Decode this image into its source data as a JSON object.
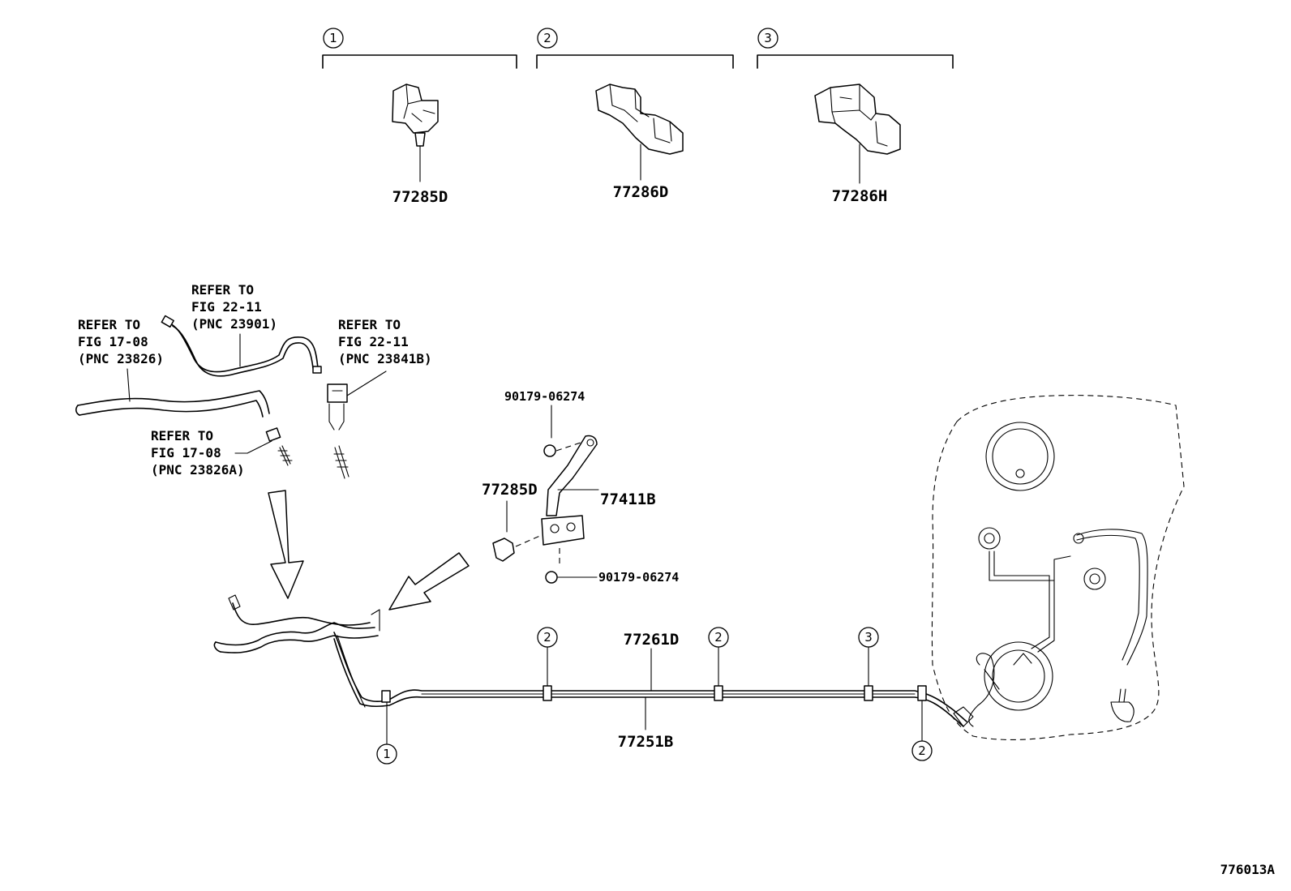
{
  "groups": [
    {
      "marker": "1",
      "part": "77285D"
    },
    {
      "marker": "2",
      "part": "77286D"
    },
    {
      "marker": "3",
      "part": "77286H"
    }
  ],
  "refs": {
    "ref_23901": [
      "REFER TO",
      "FIG 22-11",
      "(PNC 23901)"
    ],
    "ref_23826": [
      "REFER TO",
      "FIG 17-08",
      "(PNC 23826)"
    ],
    "ref_23841b": [
      "REFER TO",
      "FIG 22-11",
      "(PNC 23841B)"
    ],
    "ref_23826a": [
      "REFER TO",
      "FIG 17-08",
      "(PNC 23826A)"
    ]
  },
  "parts": {
    "bolt_top": "90179-06274",
    "bolt_bottom": "90179-06274",
    "clamp_mid": "77285D",
    "bracket": "77411B",
    "tube_upper": "77261D",
    "tube_lower": "77251B"
  },
  "markers": {
    "m1": "1",
    "m2a": "2",
    "m2b": "2",
    "m3": "3",
    "m2c": "2"
  },
  "figure_id": "776013A"
}
